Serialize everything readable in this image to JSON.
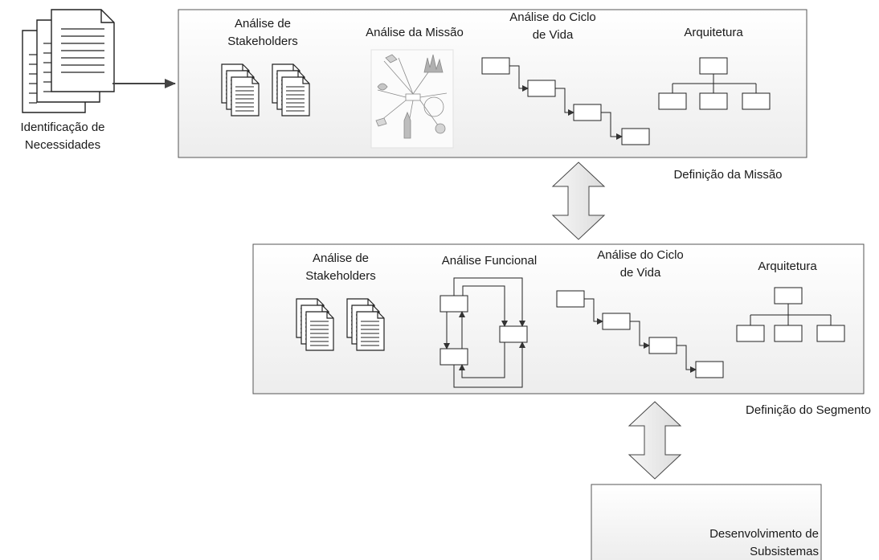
{
  "input": {
    "label_line1": "Identificação de",
    "label_line2": "Necessidades"
  },
  "mission_panel": {
    "caption": "Definição da Missão",
    "stakeholders_line1": "Análise de",
    "stakeholders_line2": "Stakeholders",
    "mission_analysis": "Análise da Missão",
    "lifecycle_line1": "Análise do Ciclo",
    "lifecycle_line2": "de Vida",
    "architecture": "Arquitetura"
  },
  "segment_panel": {
    "caption": "Definição do Segmento",
    "stakeholders_line1": "Análise de",
    "stakeholders_line2": "Stakeholders",
    "functional_analysis": "Análise Funcional",
    "lifecycle_line1": "Análise do Ciclo",
    "lifecycle_line2": "de Vida",
    "architecture": "Arquitetura"
  },
  "subsystems_panel": {
    "label_line1": "Desenvolvimento de",
    "label_line2": "Subsistemas"
  }
}
